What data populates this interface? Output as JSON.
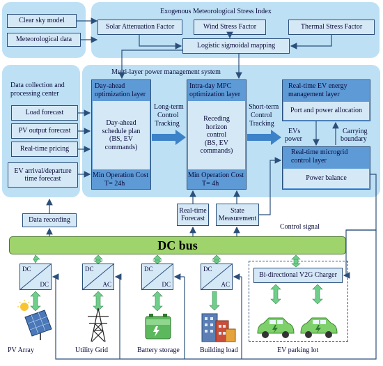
{
  "top_left": {
    "clear_sky": "Clear sky model",
    "meteo": "Meteorological data"
  },
  "stress": {
    "title": "Exogenous Meteorological Stress Index",
    "solar": "Solar Attenuation Factor",
    "wind": "Wind Stress Factor",
    "thermal": "Thermal Stress Factor",
    "logistic": "Logistic sigmoidal mapping"
  },
  "dc_center": {
    "title_l1": "Data collection and",
    "title_l2": "processing center",
    "load": "Load forecast",
    "pv": "PV output forecast",
    "pricing": "Real-time pricing",
    "ev_l1": "EV arrival/departure",
    "ev_l2": "time forecast"
  },
  "mlpms": {
    "title": "Multi-layer power management system",
    "da_title_l1": "Day-ahead",
    "da_title_l2": "optimization layer",
    "da_body": [
      "Day-ahead",
      "schedule plan",
      "(BS, EV",
      "commands)"
    ],
    "da_cost_l1": "Min Operation Cost",
    "da_cost_l2": "T= 24h",
    "lt_l1": "Long-term",
    "lt_l2": "Control",
    "lt_l3": "Tracking",
    "id_title_l1": "Intra-day MPC",
    "id_title_l2": "optimization layer",
    "id_body": [
      "Receding",
      "horizon",
      "control",
      "(BS, EV",
      "commands)"
    ],
    "id_cost_l1": "Min Operation Cost",
    "id_cost_l2": "T= 4h",
    "st_l1": "Short-term",
    "st_l2": "Control",
    "st_l3": "Tracking",
    "ev_mgmt_l1": "Real-time EV energy",
    "ev_mgmt_l2": "management layer",
    "port": "Port and power allocation",
    "evs_l1": "EVs",
    "evs_l2": "power",
    "carry_l1": "Carrying",
    "carry_l2": "boundary",
    "micro_l1": "Real-time microgrid",
    "micro_l2": "control layer",
    "balance": "Power balance"
  },
  "lower": {
    "rt_l1": "Real-time",
    "rt_l2": "Forecast",
    "state_l1": "State",
    "state_l2": "Measurement",
    "recording": "Data recording",
    "control_signal": "Control signal",
    "bus": "DC bus"
  },
  "converters": [
    {
      "top": "DC",
      "bottom": "DC"
    },
    {
      "top": "DC",
      "bottom": "AC"
    },
    {
      "top": "DC",
      "bottom": "DC"
    },
    {
      "top": "DC",
      "bottom": "AC"
    }
  ],
  "charger": "Bi-directional V2G Charger",
  "labels": {
    "pv": "PV Array",
    "grid": "Utility Grid",
    "battery": "Battery storage",
    "building": "Building load",
    "parking": "EV parking lot"
  },
  "colors": {
    "panel": "#bde0f5",
    "box": "#d5e8f6",
    "layer": "#4f8fd0",
    "bus": "#9fd36b",
    "arrow": "#6fcf8a"
  }
}
